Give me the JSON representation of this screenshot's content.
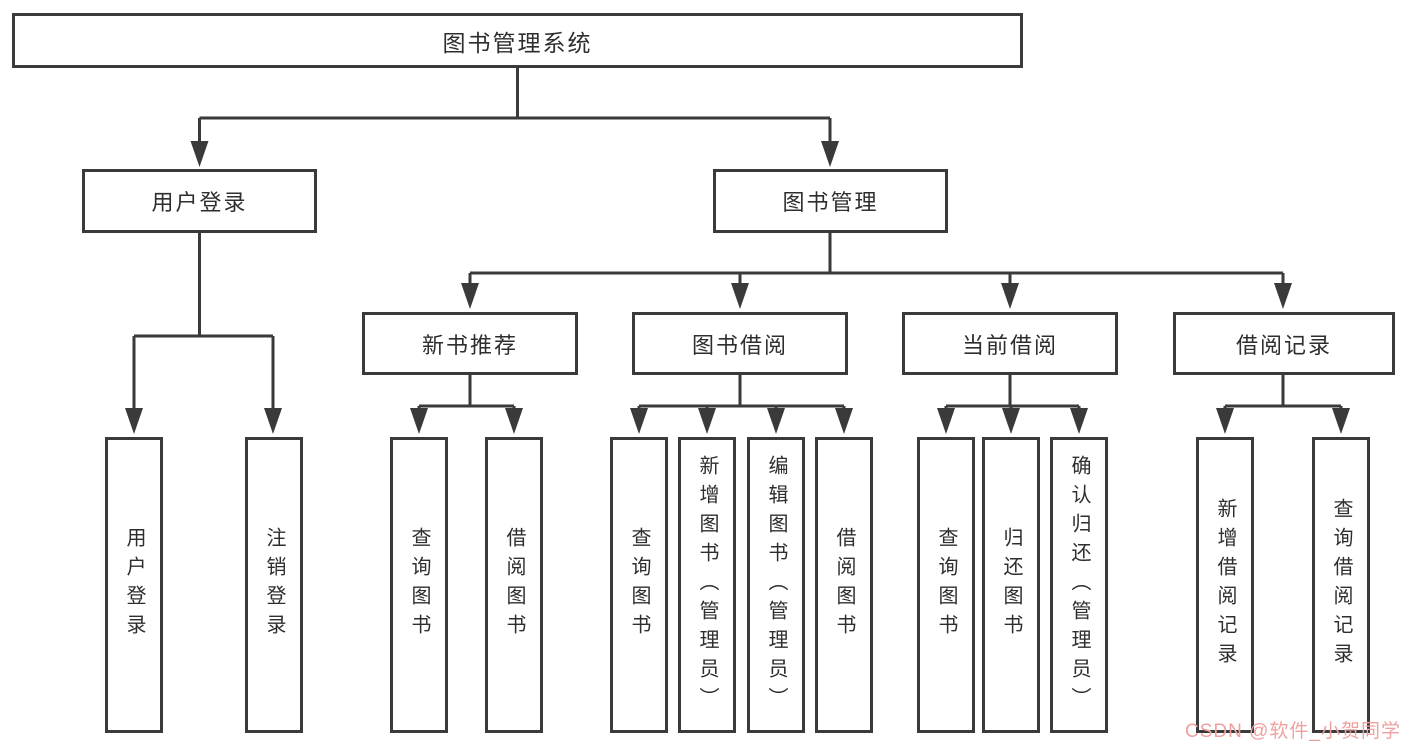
{
  "diagram": {
    "type": "hierarchy-tree",
    "colors": {
      "line": "#3a3a3a",
      "box_border": "#3a3a3a",
      "box_background": "#ffffff",
      "text": "#2e2e2e",
      "watermark": "#efa0a0"
    },
    "tree": {
      "root": {
        "label": "图书管理系统"
      },
      "level2": [
        {
          "id": "user-login",
          "label": "用户登录",
          "parent": "图书管理系统"
        },
        {
          "id": "book-management",
          "label": "图书管理",
          "parent": "图书管理系统"
        }
      ],
      "level3": [
        {
          "id": "new-book-recommend",
          "label": "新书推荐",
          "parent": "图书管理"
        },
        {
          "id": "book-borrowing",
          "label": "图书借阅",
          "parent": "图书管理"
        },
        {
          "id": "current-borrowing",
          "label": "当前借阅",
          "parent": "图书管理"
        },
        {
          "id": "borrowing-records",
          "label": "借阅记录",
          "parent": "图书管理"
        }
      ],
      "leaves": [
        {
          "id": "leaf-user-login",
          "label": "用户登录",
          "parent": "用户登录"
        },
        {
          "id": "leaf-logout",
          "label": "注销登录",
          "parent": "用户登录"
        },
        {
          "id": "leaf-query-books-recommend",
          "label": "查询图书",
          "parent": "新书推荐"
        },
        {
          "id": "leaf-borrow-books-recommend",
          "label": "借阅图书",
          "parent": "新书推荐"
        },
        {
          "id": "leaf-query-books-borrowing",
          "label": "查询图书",
          "parent": "图书借阅"
        },
        {
          "id": "leaf-add-books-admin",
          "label": "新增图书（管理员）",
          "parent": "图书借阅"
        },
        {
          "id": "leaf-edit-books-admin",
          "label": "编辑图书（管理员）",
          "parent": "图书借阅"
        },
        {
          "id": "leaf-borrow-books-borrowing",
          "label": "借阅图书",
          "parent": "图书借阅"
        },
        {
          "id": "leaf-query-books-current",
          "label": "查询图书",
          "parent": "当前借阅"
        },
        {
          "id": "leaf-return-books",
          "label": "归还图书",
          "parent": "当前借阅"
        },
        {
          "id": "leaf-confirm-return-admin",
          "label": "确认归还（管理员）",
          "parent": "当前借阅"
        },
        {
          "id": "leaf-add-borrow-record",
          "label": "新增借阅记录",
          "parent": "借阅记录"
        },
        {
          "id": "leaf-query-borrow-record",
          "label": "查询借阅记录",
          "parent": "借阅记录"
        }
      ]
    },
    "watermark": {
      "text": "CSDN @软件_小贺同学"
    }
  }
}
